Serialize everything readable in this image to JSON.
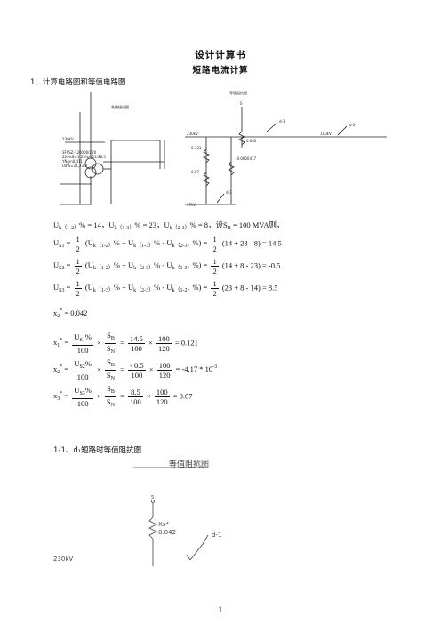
{
  "header": {
    "title": "设计计算书",
    "subtitle": "短路电流计算"
  },
  "section1": {
    "heading": "1、计算电路图和等值电路图",
    "circuit": {
      "left_title": "系统接线图",
      "right_title": "等值阻抗图",
      "bus_230": "230kV",
      "bus_110": "110kV",
      "bus_37": "37kV",
      "system_label": "S",
      "xs": "0.042",
      "x1": "0.121",
      "x2": "-0.0000417",
      "x3": "0.07",
      "d1": "d-1",
      "d2": "d-2",
      "d3": "d-3",
      "transformer_note_1": "SFPSZ-120000/220",
      "transformer_note_2": "220±8×1.25%/121/38.5",
      "transformer_note_3": "YN,yn0,d11",
      "transformer_note_4": "Ud%=14,23,8"
    }
  },
  "equations": {
    "given": "U<sub>k（1-2）</sub>% = 14，U<sub>k（1-3）</sub>% = 23，U<sub>k（2-3）</sub>% = 8，设S<sub>B</sub> = 100 MVA则，",
    "u1_lhs": "U<sub>S1</sub> =",
    "u1_mid": "(U<sub>k（1-2）</sub>% + U<sub>k（1-3）</sub>% - U<sub>k（2-3）</sub>%) =",
    "u1_rhs": "(14 + 23 - 8) = 14.5",
    "u2_lhs": "U<sub>S2</sub> =",
    "u2_mid": "(U<sub>k（1-2）</sub>% + U<sub>k（2-3）</sub>% - U<sub>k（1-3）</sub>%) =",
    "u2_rhs": "(14 + 8 - 23) = -0.5",
    "u3_lhs": "U<sub>S3</sub> =",
    "u3_mid": "(U<sub>k（1-3）</sub>% + U<sub>k（2-3）</sub>% - U<sub>k（1-2）</sub>%) =",
    "u3_rhs": "(23 + 8 - 14) = 8.5",
    "half": "1",
    "two": "2",
    "xs_line": "x<sub>2</sub><sup>*</sup> = 0.042",
    "x1_lhs": "x<sub>1</sub><sup>*</sup> =",
    "x1_num": "U<sub>S1</sub>%",
    "x1_val": "14.5",
    "x1_res": "= 0.121",
    "x2_lhs": "x<sub>2</sub><sup>*</sup> =",
    "x2_num": "U<sub>S2</sub>%",
    "x2_val": "- 0.5",
    "x2_res": "= -4.17 * 10<sup>-3</sup>",
    "x3_lhs": "x<sub>3</sub><sup>*</sup> =",
    "x3_num": "U<sub>S3</sub>%",
    "x3_val": "8.5",
    "x3_res": "= 0.07",
    "den_100": "100",
    "sb": "S<sub>B</sub>",
    "sn": "S<sub>N</sub>",
    "den_120": "120",
    "times": "×",
    "eq": "="
  },
  "section11": {
    "heading": "1-1、d₁短路时等值阻抗图",
    "figure_title": "等值阻抗图",
    "system_label": "S",
    "xs_label": "Xs*",
    "xs_value": "0.042",
    "d1": "d-1",
    "bus": "230kV"
  },
  "footer": {
    "page": "1"
  }
}
